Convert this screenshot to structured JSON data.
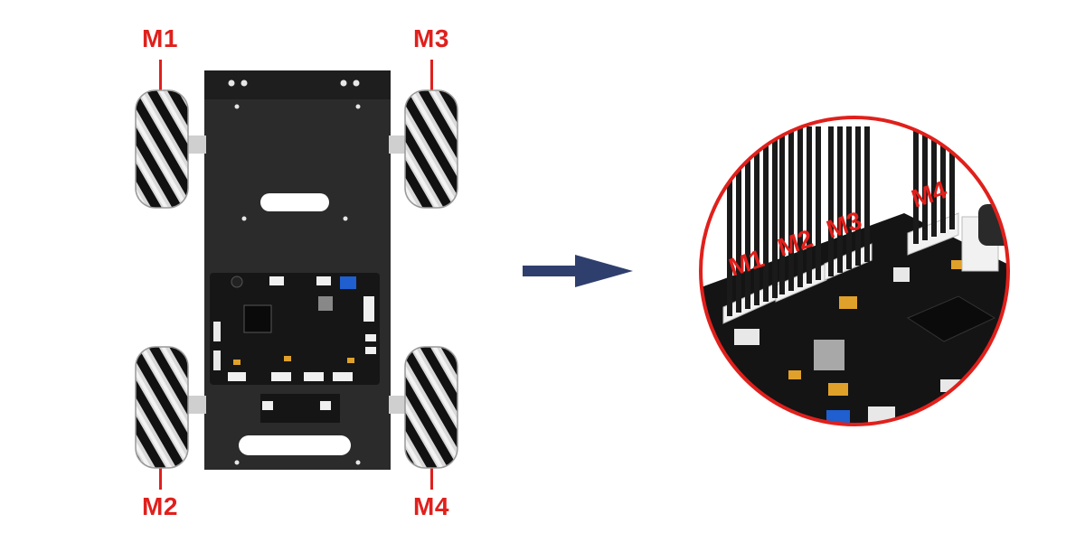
{
  "labels": {
    "m1": "M1",
    "m2": "M2",
    "m3": "M3",
    "m4": "M4"
  },
  "zoom": {
    "m1": "M1",
    "m2": "M2",
    "m3": "M3",
    "m4": "M4"
  },
  "colors": {
    "label_red": "#e0201c",
    "arrow_navy": "#2f3f6d",
    "chassis": "#2a2a2a",
    "board": "#1b1b1b"
  },
  "icons": {
    "arrow": "arrow-right-icon"
  }
}
